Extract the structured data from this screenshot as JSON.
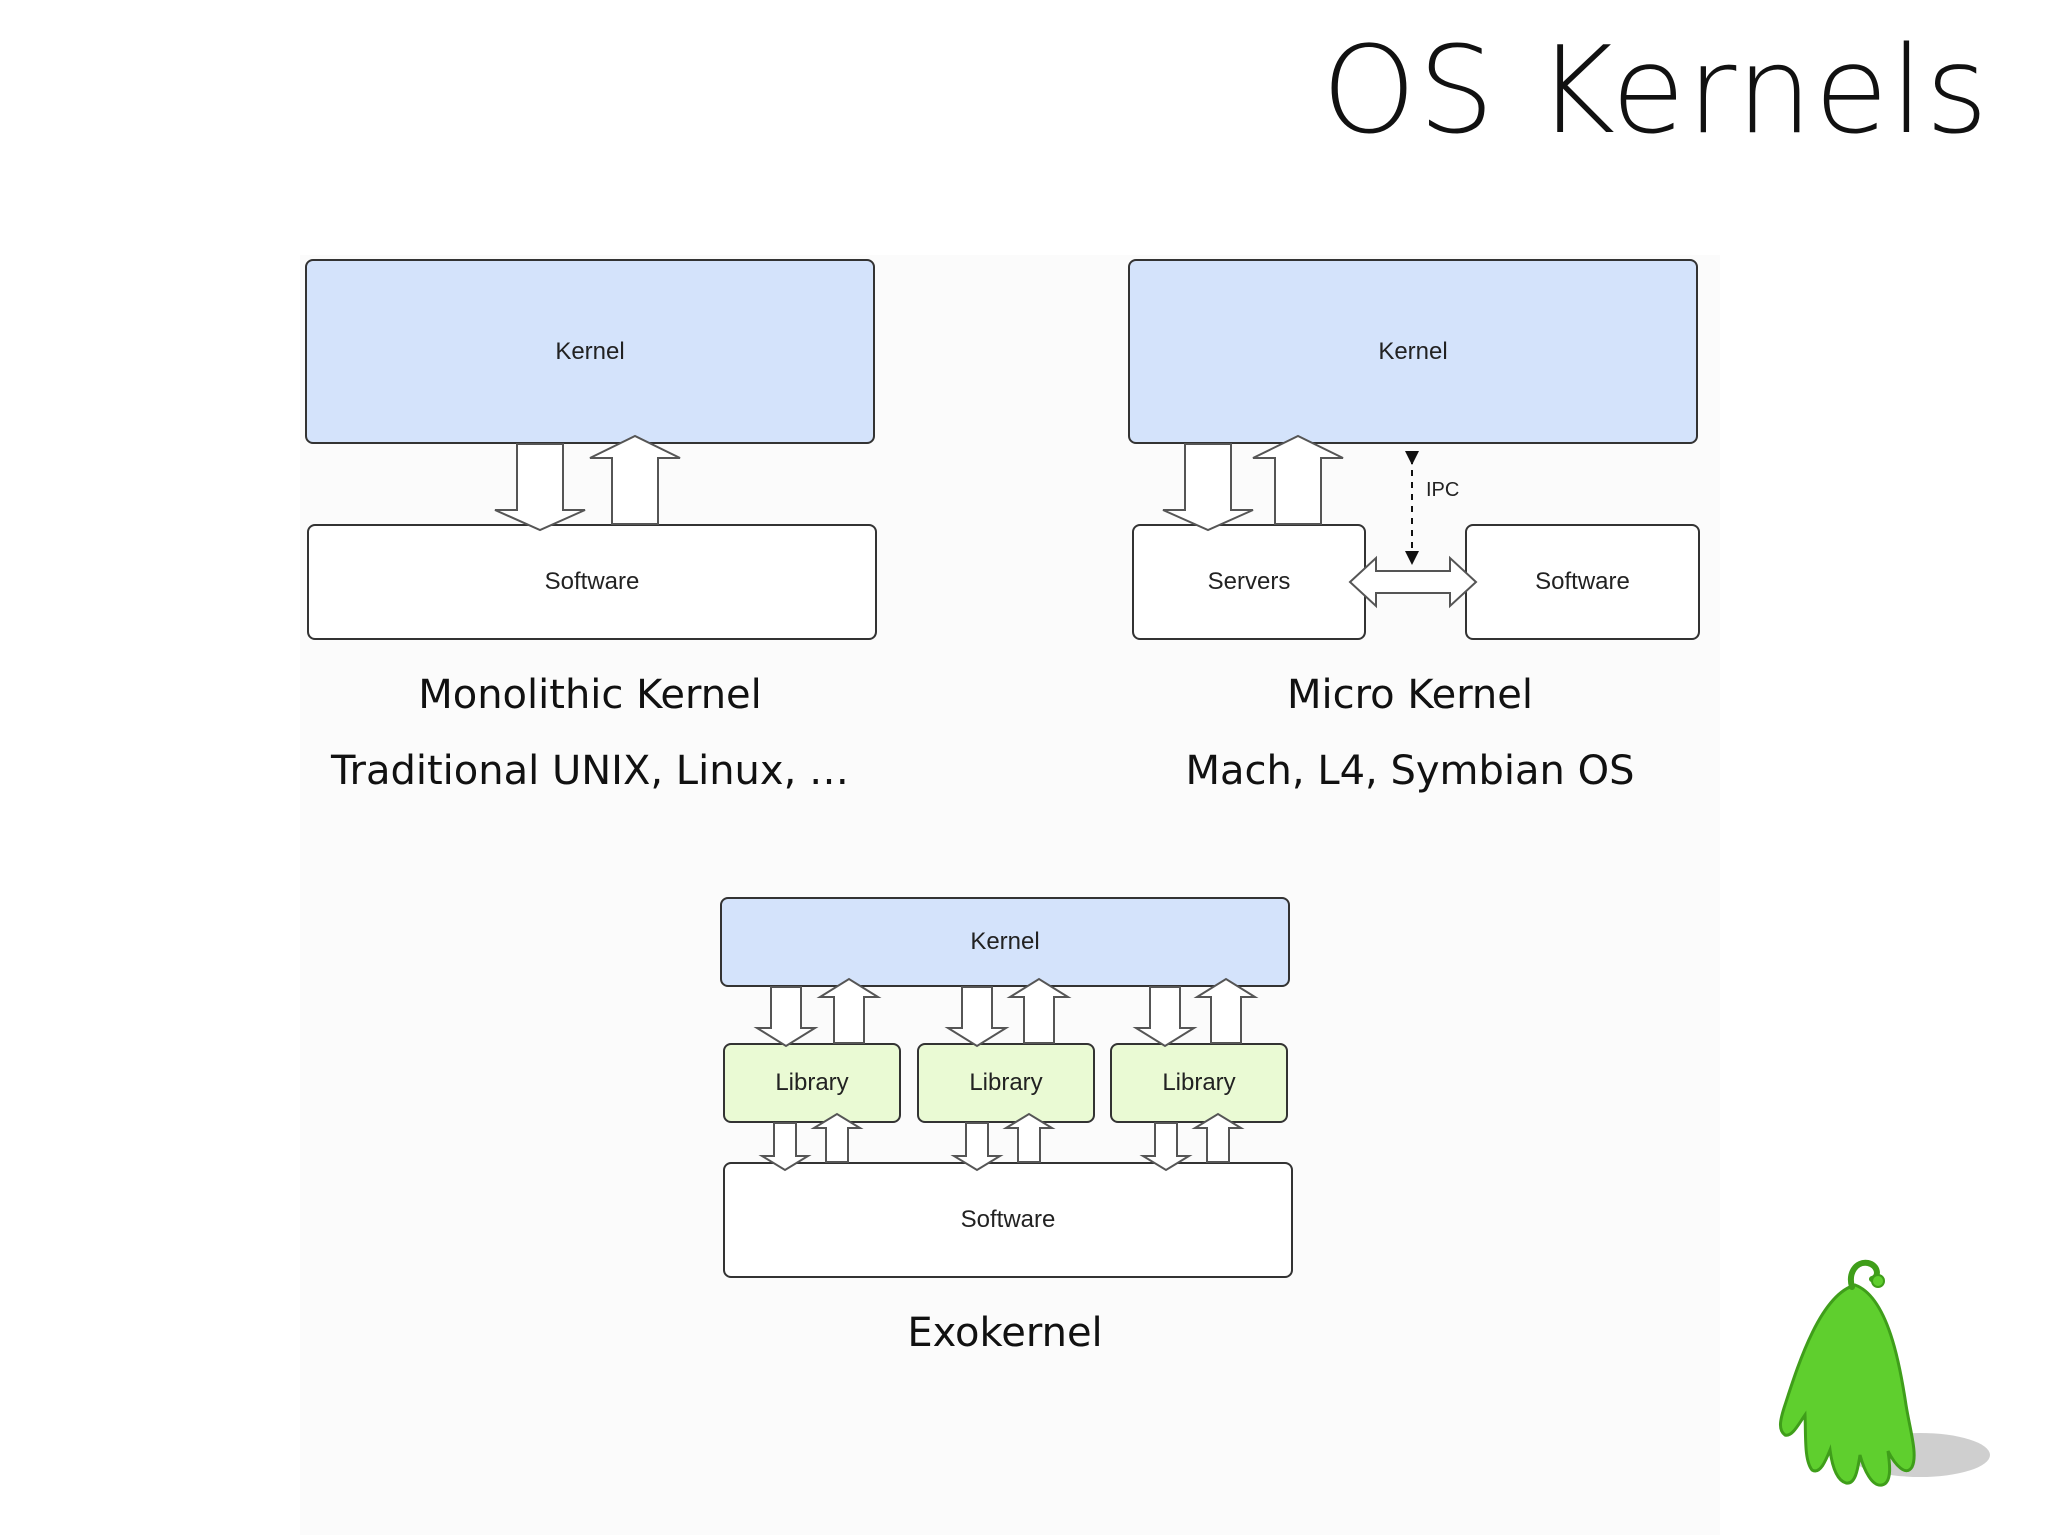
{
  "slide": {
    "title": "OS Kernels"
  },
  "monolithic": {
    "kernel_label": "Kernel",
    "software_label": "Software",
    "caption": "Monolithic Kernel",
    "examples": "Traditional UNIX, Linux, …"
  },
  "micro": {
    "kernel_label": "Kernel",
    "servers_label": "Servers",
    "software_label": "Software",
    "ipc_label": "IPC",
    "caption": "Micro Kernel",
    "examples": "Mach, L4, Symbian OS"
  },
  "exo": {
    "kernel_label": "Kernel",
    "libraries": [
      "Library",
      "Library",
      "Library"
    ],
    "software_label": "Software",
    "caption": "Exokernel"
  },
  "colors": {
    "kernel_fill": "#d4e3fb",
    "library_fill": "#eafad4",
    "mascot_green": "#5fcf2e"
  },
  "icons": {
    "mascot": "green-monster-mascot"
  }
}
